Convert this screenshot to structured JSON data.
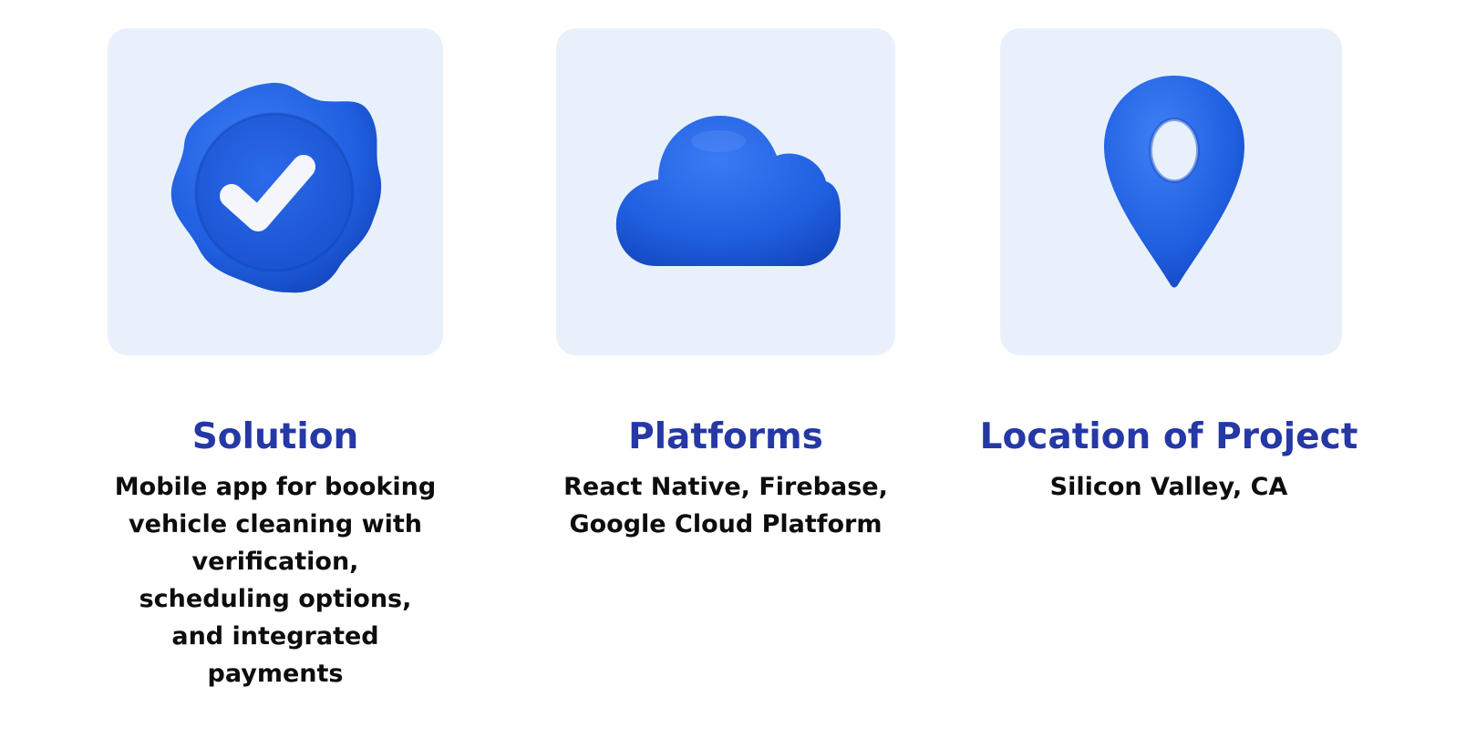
{
  "columns": [
    {
      "icon": "verified-badge-icon",
      "title": "Solution",
      "body_lines": [
        "Mobile app for booking",
        "vehicle cleaning with",
        "verification,",
        "scheduling options,",
        "and integrated",
        "payments"
      ]
    },
    {
      "icon": "cloud-icon",
      "title": "Platforms",
      "body_lines": [
        "React Native, Firebase,",
        "Google Cloud Platform"
      ]
    },
    {
      "icon": "location-pin-icon",
      "title": "Location of Project",
      "body_lines": [
        "Silicon Valley, CA"
      ]
    }
  ],
  "colors": {
    "card_background": "#e8f1fb",
    "icon_blue": "#1f5fe0",
    "title_blue": "#2538a6",
    "body_text": "#0d0d0d"
  }
}
